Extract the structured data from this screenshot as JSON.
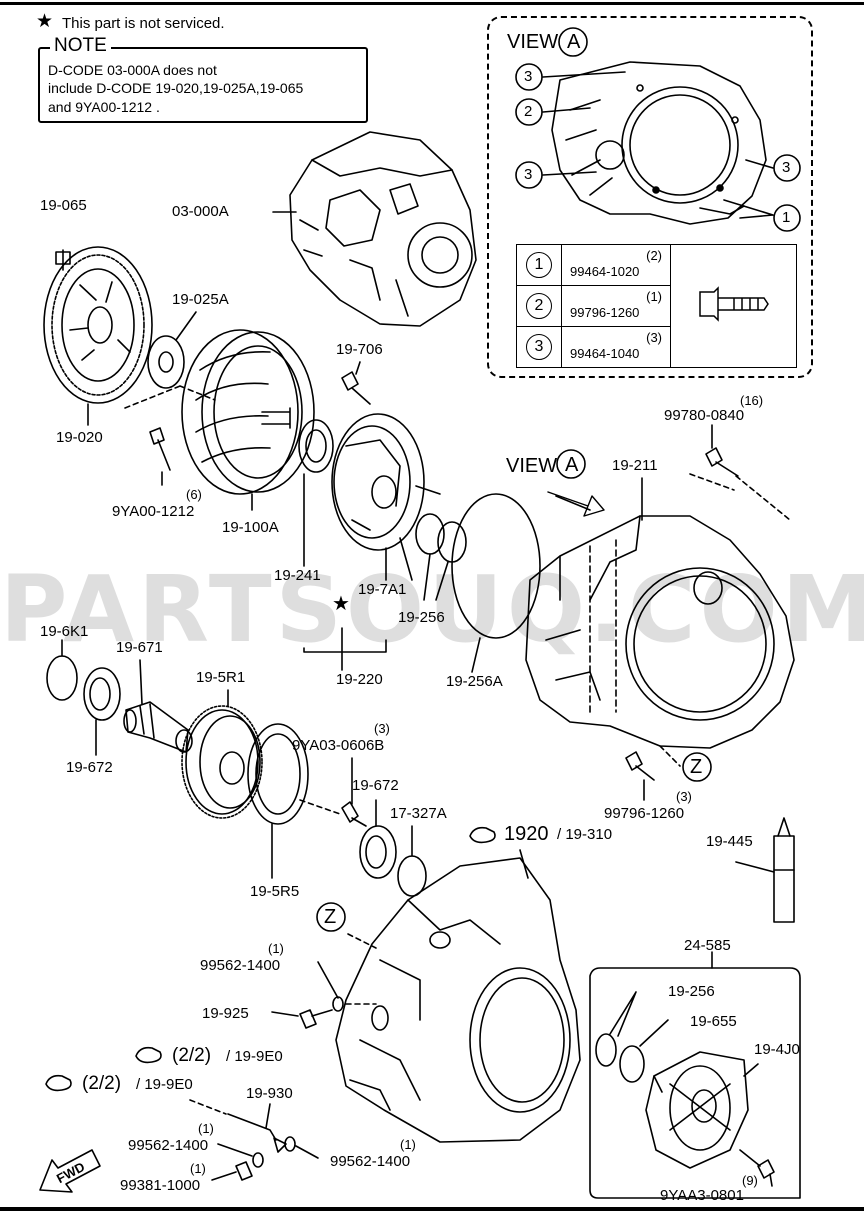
{
  "legend": {
    "star_symbol": "★",
    "text": "This part is not serviced."
  },
  "note": {
    "title": "NOTE",
    "lines": [
      "D-CODE 03-000A does not",
      "include D-CODE 19-020,19-025A,19-065",
      "and 9YA00-1212 ."
    ]
  },
  "view_a": {
    "title": "VIEW",
    "letter": "A",
    "callouts": [
      "3",
      "2",
      "3",
      "3",
      "1"
    ],
    "fasteners": [
      {
        "marker": "1",
        "qty": "(2)",
        "part": "99464-1020"
      },
      {
        "marker": "2",
        "qty": "(1)",
        "part": "99796-1260"
      },
      {
        "marker": "3",
        "qty": "(3)",
        "part": "99464-1040"
      }
    ]
  },
  "watermark": "PARTSOUQ.COM",
  "parts": {
    "p19_065": "19-065",
    "p03_000a": "03-000A",
    "p19_025a": "19-025A",
    "p19_020": "19-020",
    "p19_706": "19-706",
    "p9ya00_qty": "(6)",
    "p9ya00": "9YA00-1212",
    "p19_100a": "19-100A",
    "p16_qty": "(16)",
    "p99780": "99780-0840",
    "view_a2_title": "VIEW",
    "view_a2_letter": "A",
    "p19_211": "19-211",
    "p19_241": "19-241",
    "p19_7a1": "19-7A1",
    "p19_256_top": "19-256",
    "p19_220": "19-220",
    "p19_256a": "19-256A",
    "p19_6k1": "19-6K1",
    "p19_671": "19-671",
    "p19_5r1": "19-5R1",
    "p19_672_a": "19-672",
    "p9ya03_qty": "(3)",
    "p9ya03": "9YA03-0606B",
    "z_letter_1": "Z",
    "p99796_qty": "(3)",
    "p99796": "99796-1260",
    "p19_672_b": "19-672",
    "p17_327a": "17-327A",
    "ref1920_big": "1920",
    "ref1920_rest": "/ 19-310",
    "p19_445": "19-445",
    "p19_5r5": "19-5R5",
    "z_letter_2": "Z",
    "p24_585": "24-585",
    "p99562_a_qty": "(1)",
    "p99562_a": "99562-1400",
    "p19_256_bot": "19-256",
    "p19_925": "19-925",
    "p19_655": "19-655",
    "ref_9e0_a_big": "(2/2)",
    "ref_9e0_a_rest": "/ 19-9E0",
    "p19_4j0": "19-4J0",
    "ref_9e0_b_big": "(2/2)",
    "ref_9e0_b_rest": "/ 19-9E0",
    "p19_930": "19-930",
    "p99562_b_qty": "(1)",
    "p99562_b": "99562-1400",
    "p99562_c_qty": "(1)",
    "p99562_c": "99562-1400",
    "p99381_qty": "(1)",
    "p99381": "99381-1000",
    "p9yaa3_qty": "(9)",
    "p9yaa3": "9YAA3-0801",
    "fwd": "FWD"
  }
}
